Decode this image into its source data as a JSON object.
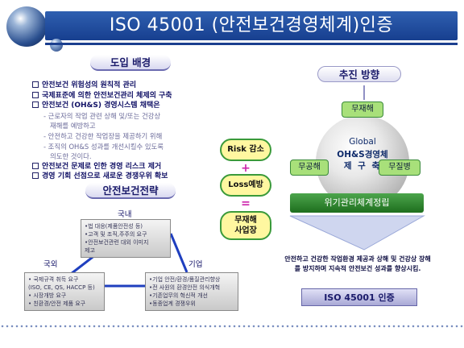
{
  "header": {
    "title": "ISO 45001 (안전보건경영체계)인증"
  },
  "intro": {
    "heading": "도입 배경",
    "items": [
      {
        "text": "안전보건 위험성의 원칙적 관리",
        "kind": "box"
      },
      {
        "text": "국제표준에 의한 안전보건관리 체제의 구축",
        "kind": "box"
      },
      {
        "text": "안전보건 (OH&S) 경영시스템 채택은",
        "kind": "box"
      },
      {
        "text": "- 근로자의 작업 관련 상해 및/또는 건강상",
        "kind": "sub"
      },
      {
        "text": "재해를 예방하고",
        "kind": "sub"
      },
      {
        "text": "- 안전하고 건강한 작업장을 제공하기 위해",
        "kind": "sub"
      },
      {
        "text": "- 조직의 OH&S 성과를 개선시킬수 있도록",
        "kind": "sub"
      },
      {
        "text": "의도한 것이다.",
        "kind": "sub"
      },
      {
        "text": "안전보건 문제로 인한 경영 리스크 제거",
        "kind": "box"
      },
      {
        "text": "경영 기회 선점으로 새로운 경쟁우위 확보",
        "kind": "box"
      }
    ]
  },
  "strategy": {
    "heading": "안전보건전략",
    "domestic_label": "국내",
    "overseas_label": "국외",
    "company_label": "기업",
    "domestic_box": [
      "•법 대응(제품안전성 등)",
      "•고객 및 조직,주주의 요구",
      "•안전보건관련 대외 이미지",
      "  제고"
    ],
    "overseas_box": [
      "• 국제규격 취득 요구",
      "  (ISO, CE, QS, HACCP 등)",
      "• 시장개방 요구",
      "• 친환경/안전 제품 요구"
    ],
    "company_box": [
      "•기업 안전/환경/품질관리향상",
      "•전 사원의 환경안전 의식개혁",
      "•기존업무의 혁신적 개선",
      "•동종업계 경쟁우위"
    ]
  },
  "middle": {
    "items": [
      "Risk 감소",
      "Loss예방",
      "무재해\n사업장"
    ],
    "plus": "+",
    "equals": "="
  },
  "direction": {
    "heading": "추진 방향",
    "top": "무재해",
    "left": "무공해",
    "right": "무질병",
    "globe_line1": "Global",
    "globe_line2": "OH&S경영체",
    "globe_line3": "제 구 축",
    "banner": "위기관리체계정립",
    "description": "안전하고 건강한 작업환경 제공과 상해 및 건강상 장해를 방지하며 지속적 안전보건 성과를 향상시킴.",
    "result": "ISO 45001 인증"
  },
  "colors": {
    "title_bar": "#2f5fb0",
    "accent_green": "#3a8a3a",
    "pill_yellow": "#fff7a0",
    "plus_magenta": "#cc22aa"
  }
}
